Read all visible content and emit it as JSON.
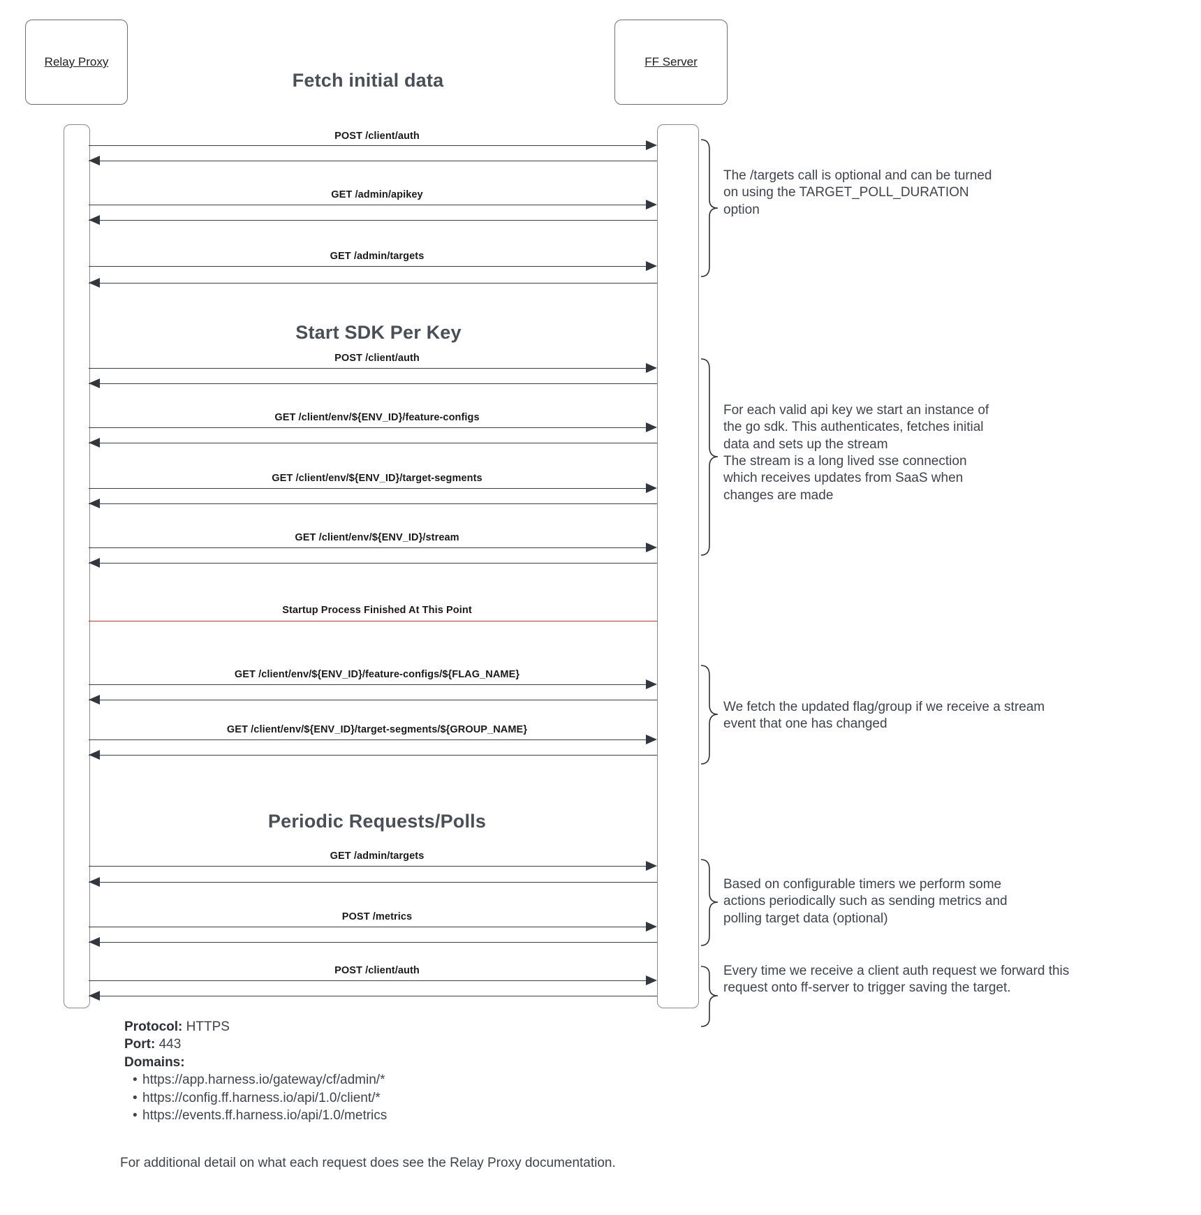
{
  "diagram": {
    "participants": [
      {
        "name": "relay-proxy",
        "label": "Relay Proxy"
      },
      {
        "name": "ff-server",
        "label": "FF Server"
      }
    ],
    "sections": [
      {
        "title": "Fetch initial data"
      },
      {
        "title": "Start SDK Per Key"
      },
      {
        "title": "Periodic Requests/Polls"
      }
    ],
    "divider": {
      "label": "Startup Process Finished At This Point",
      "color": "#b03a3a"
    },
    "messages": [
      {
        "label": "POST /client/auth",
        "direction": "right"
      },
      {
        "label": "GET /admin/apikey",
        "direction": "right"
      },
      {
        "label": "GET /admin/targets",
        "direction": "right"
      },
      {
        "label": "POST /client/auth",
        "direction": "right"
      },
      {
        "label": "GET /client/env/${ENV_ID}/feature-configs",
        "direction": "right"
      },
      {
        "label": "GET /client/env/${ENV_ID}/target-segments",
        "direction": "right"
      },
      {
        "label": "GET /client/env/${ENV_ID}/stream",
        "direction": "right"
      },
      {
        "label": "GET /client/env/${ENV_ID}/feature-configs/${FLAG_NAME}",
        "direction": "right"
      },
      {
        "label": "GET /client/env/${ENV_ID}/target-segments/${GROUP_NAME}",
        "direction": "right"
      },
      {
        "label": "GET /admin/targets",
        "direction": "right"
      },
      {
        "label": "POST /metrics",
        "direction": "right"
      },
      {
        "label": "POST /client/auth",
        "direction": "right"
      }
    ],
    "notes": [
      {
        "name": "note-targets-optional",
        "text": "The /targets call is optional and can be turned\non using the TARGET_POLL_DURATION\noption"
      },
      {
        "name": "note-sdk-instance",
        "text": "For each valid api key we start an instance of\nthe go sdk. This authenticates, fetches initial\ndata and sets up the stream\nThe stream is a long lived sse connection\nwhich receives updates from SaaS when\nchanges are made"
      },
      {
        "name": "note-stream-event",
        "text": "We fetch the updated flag/group if we receive a stream\nevent that one has changed"
      },
      {
        "name": "note-periodic-timers",
        "text": "Based on configurable timers we perform some\nactions periodically such as sending metrics and\npolling target data (optional)"
      },
      {
        "name": "note-client-auth-forward",
        "text": "Every time we receive a client auth request we forward this\nrequest onto ff-server to trigger saving the target."
      }
    ]
  },
  "footer": {
    "protocol_key": "Protocol:",
    "protocol_value": "HTTPS",
    "port_key": "Port:",
    "port_value": "443",
    "domains_key": "Domains:",
    "domains": [
      "https://app.harness.io/gateway/cf/admin/*",
      "https://config.ff.harness.io/api/1.0/client/*",
      "https://events.ff.harness.io/api/1.0/metrics"
    ],
    "closing_note": "For additional detail on what each request does see the Relay Proxy documentation."
  }
}
